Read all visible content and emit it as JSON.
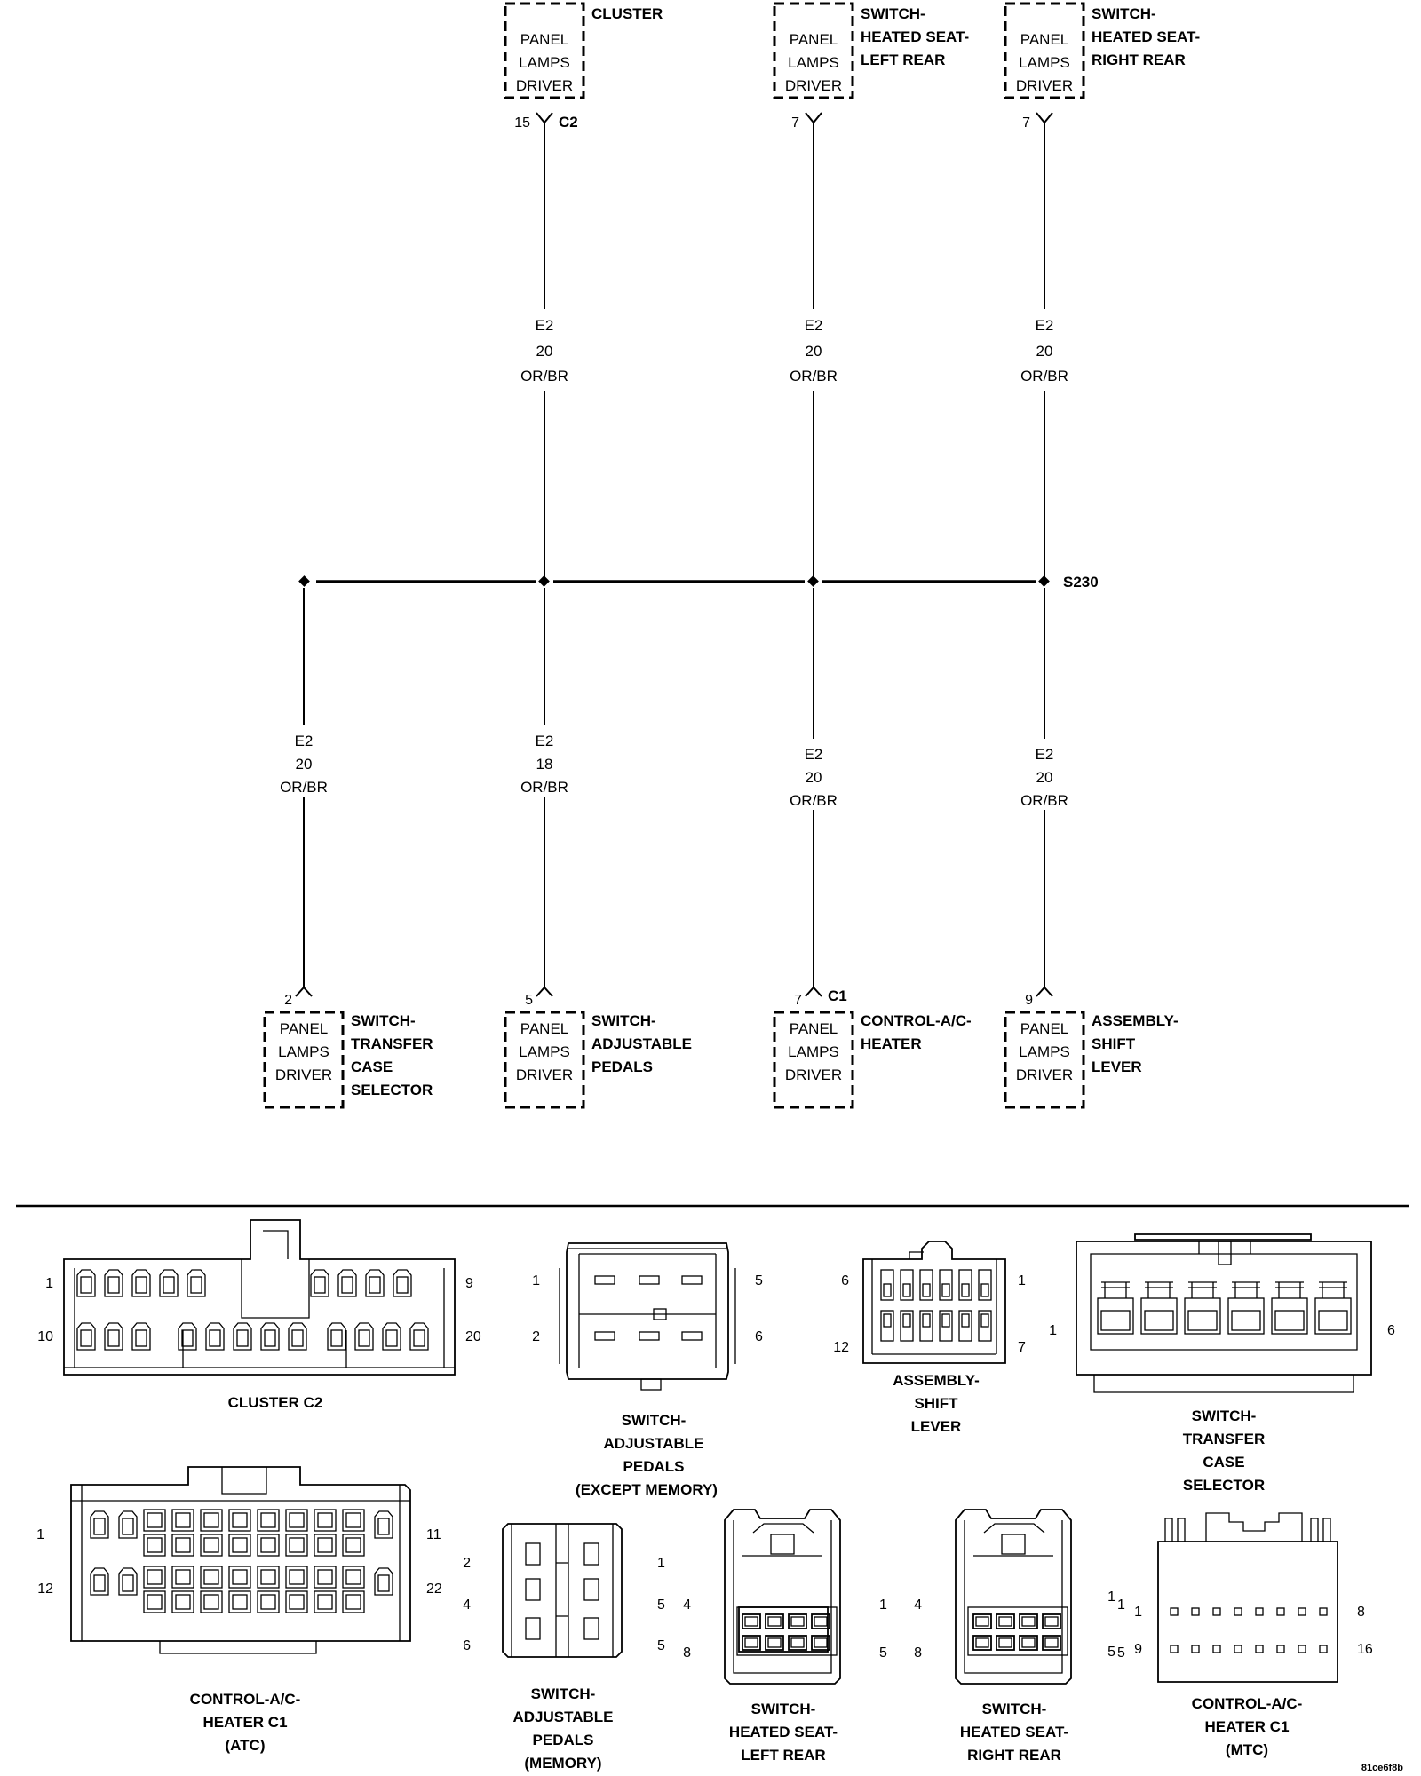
{
  "component_box": {
    "line1": "PANEL",
    "line2": "LAMPS",
    "line3": "DRIVER"
  },
  "top": [
    {
      "pin": "15",
      "conn": "C2",
      "title": [
        "CLUSTER"
      ],
      "wire": [
        "E2",
        "20",
        "OR/BR"
      ]
    },
    {
      "pin": "7",
      "conn": "",
      "title": [
        "SWITCH-",
        "HEATED SEAT-",
        "LEFT REAR"
      ],
      "wire": [
        "E2",
        "20",
        "OR/BR"
      ]
    },
    {
      "pin": "7",
      "conn": "",
      "title": [
        "SWITCH-",
        "HEATED SEAT-",
        "RIGHT REAR"
      ],
      "wire": [
        "E2",
        "20",
        "OR/BR"
      ]
    }
  ],
  "splice": "S230",
  "bottom": [
    {
      "pin": "2",
      "conn": "",
      "title": [
        "SWITCH-",
        "TRANSFER",
        "CASE",
        "SELECTOR"
      ],
      "wire": [
        "E2",
        "20",
        "OR/BR"
      ]
    },
    {
      "pin": "5",
      "conn": "",
      "title": [
        "SWITCH-",
        "ADJUSTABLE",
        "PEDALS"
      ],
      "wire": [
        "E2",
        "18",
        "OR/BR"
      ]
    },
    {
      "pin": "7",
      "conn": "C1",
      "title": [
        "CONTROL-A/C-",
        "HEATER"
      ],
      "wire": [
        "E2",
        "20",
        "OR/BR"
      ]
    },
    {
      "pin": "9",
      "conn": "",
      "title": [
        "ASSEMBLY-",
        "SHIFT",
        "LEVER"
      ],
      "wire": [
        "E2",
        "20",
        "OR/BR"
      ]
    }
  ],
  "connectors": {
    "cluster_c2": {
      "title": "CLUSTER C2",
      "pins": [
        "1",
        "9",
        "10",
        "20"
      ]
    },
    "pedals_except_memory": {
      "title": [
        "SWITCH-",
        "ADJUSTABLE",
        "PEDALS",
        "(EXCEPT MEMORY)"
      ],
      "pins": [
        "1",
        "5",
        "2",
        "6"
      ]
    },
    "shift_lever": {
      "title": [
        "ASSEMBLY-",
        "SHIFT",
        "LEVER"
      ],
      "pins": [
        "6",
        "1",
        "12",
        "7"
      ]
    },
    "transfer_case": {
      "title": [
        "SWITCH-",
        "TRANSFER",
        "CASE",
        "SELECTOR"
      ],
      "pins": [
        "1",
        "6"
      ]
    },
    "hvac_atc": {
      "title": [
        "CONTROL-A/C-",
        "HEATER C1",
        "(ATC)"
      ],
      "pins": [
        "1",
        "11",
        "12",
        "22"
      ]
    },
    "pedals_memory": {
      "title": [
        "SWITCH-",
        "ADJUSTABLE",
        "PEDALS",
        "(MEMORY)"
      ],
      "pins": [
        "2",
        "1",
        "4",
        "5",
        "6",
        "5"
      ]
    },
    "seat_left": {
      "title": [
        "SWITCH-",
        "HEATED SEAT-",
        "LEFT REAR"
      ],
      "pins": [
        "4",
        "1",
        "8",
        "5"
      ]
    },
    "seat_right": {
      "title": [
        "SWITCH-",
        "HEATED SEAT-",
        "RIGHT REAR"
      ],
      "pins": [
        "4",
        "1",
        "8",
        "5"
      ]
    },
    "hvac_mtc": {
      "title": [
        "CONTROL-A/C-",
        "HEATER C1",
        "(MTC)"
      ],
      "pins": [
        "1",
        "1",
        "8",
        "5",
        "9",
        "16"
      ]
    }
  },
  "footer_code": "81ce6f8b"
}
